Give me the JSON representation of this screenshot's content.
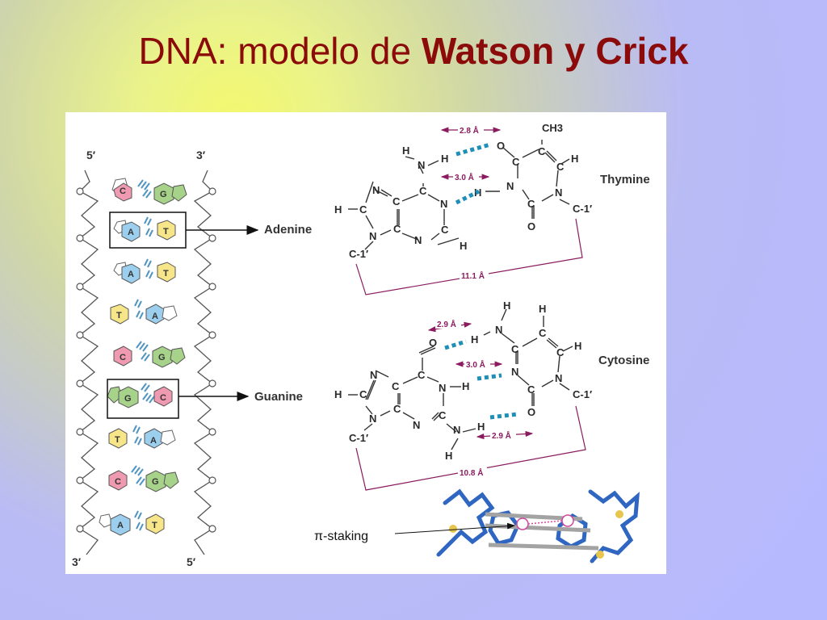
{
  "title": {
    "prefix": "DNA: modelo de ",
    "emphasis": "Watson y Crick"
  },
  "helix": {
    "top_left": "5′",
    "top_right": "3′",
    "bottom_left": "3′",
    "bottom_right": "5′",
    "pairs": [
      [
        "C",
        "G"
      ],
      [
        "A",
        "T"
      ],
      [
        "A",
        "T"
      ],
      [
        "T",
        "A"
      ],
      [
        "C",
        "G"
      ],
      [
        "G",
        "C"
      ],
      [
        "T",
        "A"
      ],
      [
        "C",
        "G"
      ],
      [
        "A",
        "T"
      ]
    ],
    "callout_adenine": "Adenine",
    "callout_guanine": "Guanine"
  },
  "at_pair": {
    "partner": "Thymine",
    "dist_top": "2.8 Å",
    "dist_mid": "3.0 Å",
    "dist_total": "11.1 Å",
    "methyl": "CH3",
    "c1_left": "C-1′",
    "c1_right": "C-1′"
  },
  "gc_pair": {
    "partner": "Cytosine",
    "dist_top": "2.9 Å",
    "dist_mid": "3.0 Å",
    "dist_bottom": "2.9 Å",
    "dist_total": "10.8 Å",
    "c1_left": "C-1′",
    "c1_right": "C-1′"
  },
  "stacking": {
    "label": "π-staking"
  },
  "colors": {
    "title": "#8b0a0a",
    "pink": "#ef9ab0",
    "green": "#a6d28a",
    "blue": "#9ccfee",
    "yellow": "#f7e58a",
    "hbond": "#1f8fb8",
    "measure": "#8a1b5e"
  }
}
